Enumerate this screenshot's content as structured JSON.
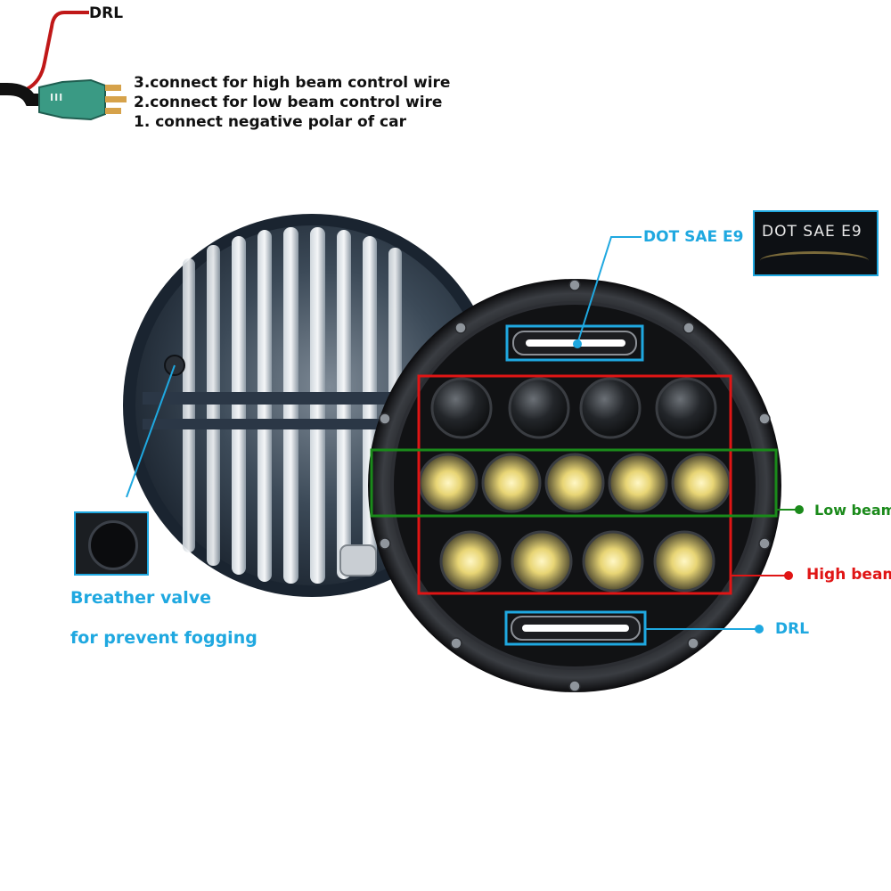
{
  "wiring": {
    "drl_label": "DRL",
    "connector_mark": "III",
    "instructions": [
      "3.connect for high beam control wire",
      "2.connect for low beam control wire",
      "1. connect negative polar of car"
    ]
  },
  "callouts": {
    "dot_sae": "DOT SAE E9",
    "dot_inset_text": "DOT SAE E9",
    "low_beam": "Low beam",
    "high_beam": "High beam",
    "drl": "DRL",
    "breather_line1": "Breather valve",
    "breather_line2": "for prevent fogging"
  },
  "colors": {
    "callout_blue": "#1fa8e0",
    "low_beam_green": "#1a8a1a",
    "high_beam_red": "#e01515",
    "connector_teal": "#3a9a84",
    "wire_red": "#c01818",
    "housing_dark": "#1f2a36",
    "bezel_black": "#0e0e10"
  },
  "icons": {
    "connector": "three-pin-plug-icon",
    "breather_valve": "breather-valve-icon",
    "led_projector": "led-projector-lens-icon"
  }
}
